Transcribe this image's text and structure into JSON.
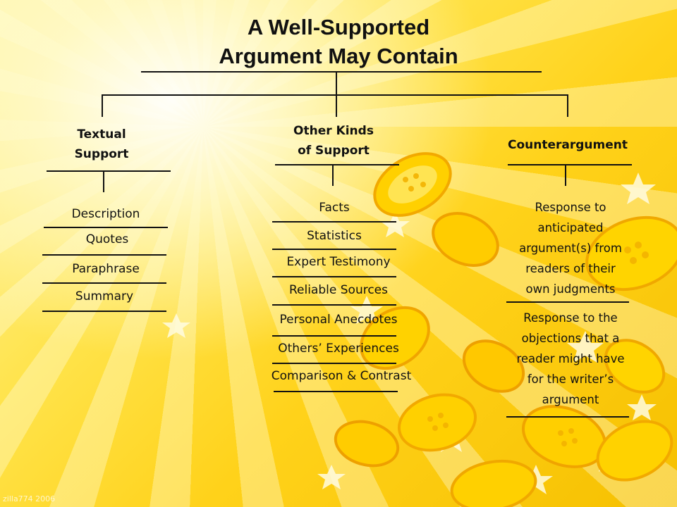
{
  "title": {
    "line1": "A Well-Supported",
    "line2": "Argument May Contain"
  },
  "branches": [
    {
      "heading": "Textual\nSupport",
      "items": [
        "Description",
        "Quotes",
        "Paraphrase",
        "Summary"
      ]
    },
    {
      "heading": "Other Kinds\nof Support",
      "items": [
        "Facts",
        "Statistics",
        "Expert Testimony",
        "Reliable Sources",
        "Personal Anecdotes",
        "Others’ Experiences",
        "Comparison & Contrast"
      ]
    },
    {
      "heading": "Counterargument",
      "items": [
        "Response to\nanticipated\nargument(s) from\nreaders of their\nown judgments",
        "Response to the\nobjections that a\nreader might have\nfor the writer’s\nargument"
      ]
    }
  ],
  "watermark": "zilla774 2006",
  "colors": {
    "line": "#111111",
    "background_gold": "#ffd21a",
    "lemon": "#ffd000"
  }
}
